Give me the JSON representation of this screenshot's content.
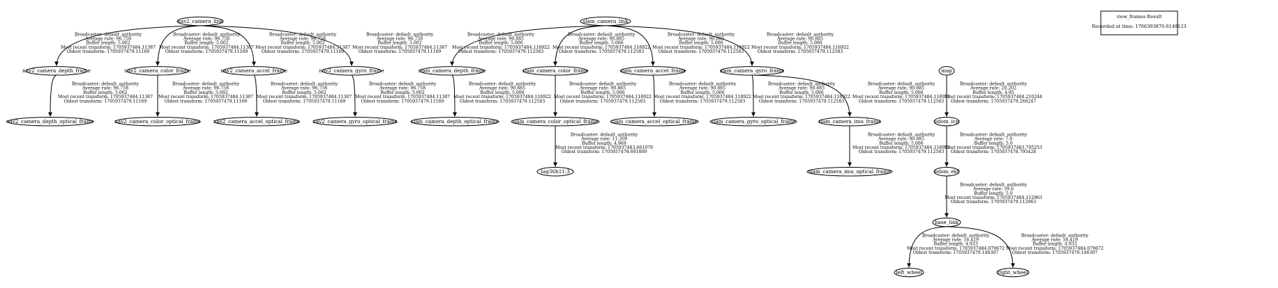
{
  "result_box": {
    "title": "view_frames Result",
    "recorded": "Recorded at time: 1706393870.6149123"
  },
  "nodes": {
    "nav2_camera_link": "nav2_camera_link",
    "nav2_camera_depth_frame": "nav2_camera_depth_frame",
    "nav2_camera_color_frame": "nav2_camera_color_frame",
    "nav2_camera_accel_frame": "nav2_camera_accel_frame",
    "nav2_camera_gyro_frame": "nav2_camera_gyro_frame",
    "nav2_camera_depth_optical_frame": "nav2_camera_depth_optical_frame",
    "nav2_camera_color_optical_frame": "nav2_camera_color_optical_frame",
    "nav2_camera_accel_optical_frame": "nav2_camera_accel_optical_frame",
    "nav2_camera_gyro_optical_frame": "nav2_camera_gyro_optical_frame",
    "slam_camera_link": "slam_camera_link",
    "slam_camera_depth_frame": "slam_camera_depth_frame",
    "slam_camera_color_frame": "slam_camera_color_frame",
    "slam_camera_accel_frame": "slam_camera_accel_frame",
    "slam_camera_gyro_frame": "slam_camera_gyro_frame",
    "slam_camera_depth_optical_frame": "slam_camera_depth_optical_frame",
    "slam_camera_color_optical_frame": "slam_camera_color_optical_frame",
    "slam_camera_accel_optical_frame": "slam_camera_accel_optical_frame",
    "slam_camera_gyro_optical_frame": "slam_camera_gyro_optical_frame",
    "slam_camera_imu_frame": "slam_camera_imu_frame",
    "slam_camera_imu_optical_frame": "slam_camera_imu_optical_frame",
    "tag36h11_3": "tag36h11:3",
    "map": "map",
    "odom_icp": "odom_icp",
    "odom_ekf": "odom_ekf",
    "base_link": "base_link",
    "left_wheel": "left_wheel",
    "right_wheel": "right_wheel"
  },
  "edges": {
    "nav2_link_depth": [
      "Broadcaster: default_authority",
      "Average rate: 96.758",
      "Buffer length: 5.002",
      "Most recent transform: 1705937484.11387",
      "Oldest transform: 1705937479.11169"
    ],
    "nav2_link_color": [
      "Broadcaster: default_authority",
      "Average rate: 96.758",
      "Buffer length: 5.002",
      "Most recent transform: 1705937484.11387",
      "Oldest transform: 1705937479.11169"
    ],
    "nav2_link_accel": [
      "Broadcaster: default_authority",
      "Average rate: 96.758",
      "Buffer length: 5.002",
      "Most recent transform: 1705937484.11387",
      "Oldest transform: 1705937479.11169"
    ],
    "nav2_link_gyro": [
      "Broadcaster: default_authority",
      "Average rate: 96.758",
      "Buffer length: 5.002",
      "Most recent transform: 1705937484.11387",
      "Oldest transform: 1705937479.11169"
    ],
    "nav2_depth_optical": [
      "Broadcaster: default_authority",
      "Average rate: 96.758",
      "Buffer length: 5.002",
      "Most recent transform: 1705937484.11387",
      "Oldest transform: 1705937479.11169"
    ],
    "nav2_color_optical": [
      "Broadcaster: default_authority",
      "Average rate: 96.758",
      "Buffer length: 5.002",
      "Most recent transform: 1705937484.11387",
      "Oldest transform: 1705937479.11169"
    ],
    "nav2_accel_optical": [
      "Broadcaster: default_authority",
      "Average rate: 96.758",
      "Buffer length: 5.002",
      "Most recent transform: 1705937484.11387",
      "Oldest transform: 1705937479.11169"
    ],
    "nav2_gyro_optical": [
      "Broadcaster: default_authority",
      "Average rate: 96.758",
      "Buffer length: 5.002",
      "Most recent transform: 1705937484.11387",
      "Oldest transform: 1705937479.11169"
    ],
    "slam_link_depth": [
      "Broadcaster: default_authority",
      "Average rate: 90.885",
      "Buffer length: 5.006",
      "Most recent transform: 1705937484.118922",
      "Oldest transform: 1705937479.112583"
    ],
    "slam_link_color": [
      "Broadcaster: default_authority",
      "Average rate: 90.885",
      "Buffer length: 5.006",
      "Most recent transform: 1705937484.118922",
      "Oldest transform: 1705937479.112583"
    ],
    "slam_link_accel": [
      "Broadcaster: default_authority",
      "Average rate: 90.885",
      "Buffer length: 5.006",
      "Most recent transform: 1705937484.118922",
      "Oldest transform: 1705937479.112583"
    ],
    "slam_link_gyro": [
      "Broadcaster: default_authority",
      "Average rate: 90.885",
      "Buffer length: 5.006",
      "Most recent transform: 1705937484.118922",
      "Oldest transform: 1705937479.112583"
    ],
    "slam_depth_optical": [
      "Broadcaster: default_authority",
      "Average rate: 90.885",
      "Buffer length: 5.006",
      "Most recent transform: 1705937484.118922",
      "Oldest transform: 1705937479.112583"
    ],
    "slam_color_optical": [
      "Broadcaster: default_authority",
      "Average rate: 90.885",
      "Buffer length: 5.006",
      "Most recent transform: 1705937484.118922",
      "Oldest transform: 1705937479.112583"
    ],
    "slam_accel_optical": [
      "Broadcaster: default_authority",
      "Average rate: 90.885",
      "Buffer length: 5.006",
      "Most recent transform: 1705937484.118922",
      "Oldest transform: 1705937479.112583"
    ],
    "slam_gyro_optical": [
      "Broadcaster: default_authority",
      "Average rate: 90.885",
      "Buffer length: 5.006",
      "Most recent transform: 1705937484.118922",
      "Oldest transform: 1705937479.112583"
    ],
    "slam_gyro_imu": [
      "Broadcaster: default_authority",
      "Average rate: 90.885",
      "Buffer length: 5.006",
      "Most recent transform: 1705937484.118922",
      "Oldest transform: 1705937479.112583"
    ],
    "slam_imu_optical": [
      "Broadcaster: default_authority",
      "Average rate: 90.885",
      "Buffer length: 5.006",
      "Most recent transform: 1705937484.118922",
      "Oldest transform: 1705937479.112583"
    ],
    "color_optical_tag": [
      "Broadcaster: default_authority",
      "Average rate: 11.269",
      "Buffer length: 4.969",
      "Most recent transform: 1705937483.661079",
      "Oldest transform: 1705937478.691809"
    ],
    "map_odom_icp": [
      "Broadcaster: default_authority",
      "Average rate: 20.202",
      "Buffer length: 4.95",
      "Most recent transform: 1705937484.210244",
      "Oldest transform: 1705937479.260247"
    ],
    "odom_icp_ekf": [
      "Broadcaster: default_authority",
      "Average rate: 7.0",
      "Buffer length: 5.0",
      "Most recent transform: 1705937483.795253",
      "Oldest transform: 1705937478.795428"
    ],
    "odom_ekf_base": [
      "Broadcaster: default_authority",
      "Average rate: 59.6",
      "Buffer length: 5.0",
      "Most recent transform: 1705937484.112963",
      "Oldest transform: 1705937479.112963"
    ],
    "base_left": [
      "Broadcaster: default_authority",
      "Average rate: 16.419",
      "Buffer length: 4.933",
      "Most recent transform: 1705937484.079672",
      "Oldest transform: 1705937479.146307"
    ],
    "base_right": [
      "Broadcaster: default_authority",
      "Average rate: 16.419",
      "Buffer length: 4.933",
      "Most recent transform: 1705937484.079672",
      "Oldest transform: 1705937479.146307"
    ]
  }
}
